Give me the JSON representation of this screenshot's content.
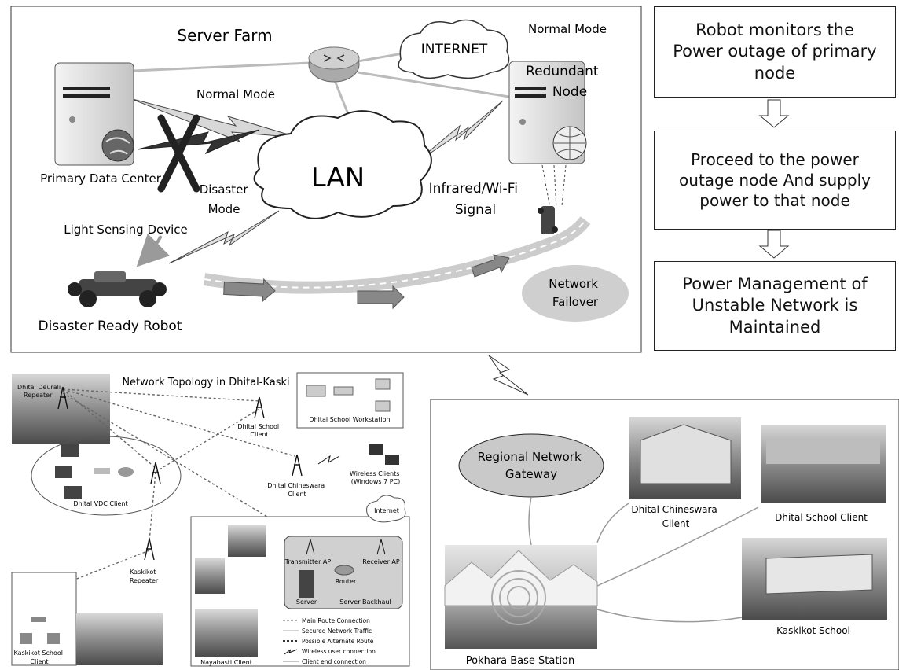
{
  "server_farm": {
    "title": "Server Farm",
    "normal_mode_top": "Normal Mode",
    "internet": "INTERNET",
    "redundant_node": "Redundant\nNode",
    "normal_mode_link": "Normal Mode",
    "primary_data_center": "Primary Data Center",
    "lan": "LAN",
    "disaster_mode": "Disaster\nMode",
    "infrared_signal": "Infrared/Wi-Fi\nSignal",
    "light_sensing_device": "Light Sensing Device",
    "disaster_ready_robot": "Disaster Ready Robot",
    "network_failover": "Network\nFailover"
  },
  "flow_steps": [
    "Robot monitors the\nPower outage of primary\nnode",
    "Proceed to the power\noutage node And supply\npower to that node",
    "Power Management of\nUnstable Network is\nMaintained"
  ],
  "topology": {
    "title": "Network Topology in Dhital-Kaski",
    "dhital_deurali_repeater": "Dhital Deurali\nRepeater",
    "dhital_school_client": "Dhital School\nClient",
    "dhital_school_workstation": "Dhital School Workstation",
    "dhital_vdc_client": "Dhital VDC Client",
    "dhital_chineswara_client": "Dhital Chineswara\nClient",
    "wireless_clients": "Wireless Clients\n(Windows 7 PC)",
    "kaskikot_repeater": "Kaskikot\nRepeater",
    "kaskikot_school_client": "Kaskikot School\nClient",
    "internet": "Internet",
    "transmitter_ap": "Transmitter AP",
    "router": "Router",
    "receiver_ap": "Receiver AP",
    "server": "Server",
    "server_backhaul": "Server Backhaul",
    "nayabasti_client": "Nayabasti Client",
    "legend": [
      "Main Route Connection",
      "Secured Network Traffic",
      "Possible Alternate Route",
      "Wireless user connection",
      "Client end connection"
    ]
  },
  "regional": {
    "gateway": "Regional Network\nGateway",
    "chineswara_client": "Dhital Chineswara\nClient",
    "dhital_school_client": "Dhital School Client",
    "kaskikot_school": "Kaskikot School",
    "pokhara_base_station": "Pokhara Base Station"
  },
  "colors": {
    "ellipse_fill": "#c9c9c9",
    "arrow_fill": "#8a8a8a",
    "line_gray": "#9a9a9a"
  }
}
